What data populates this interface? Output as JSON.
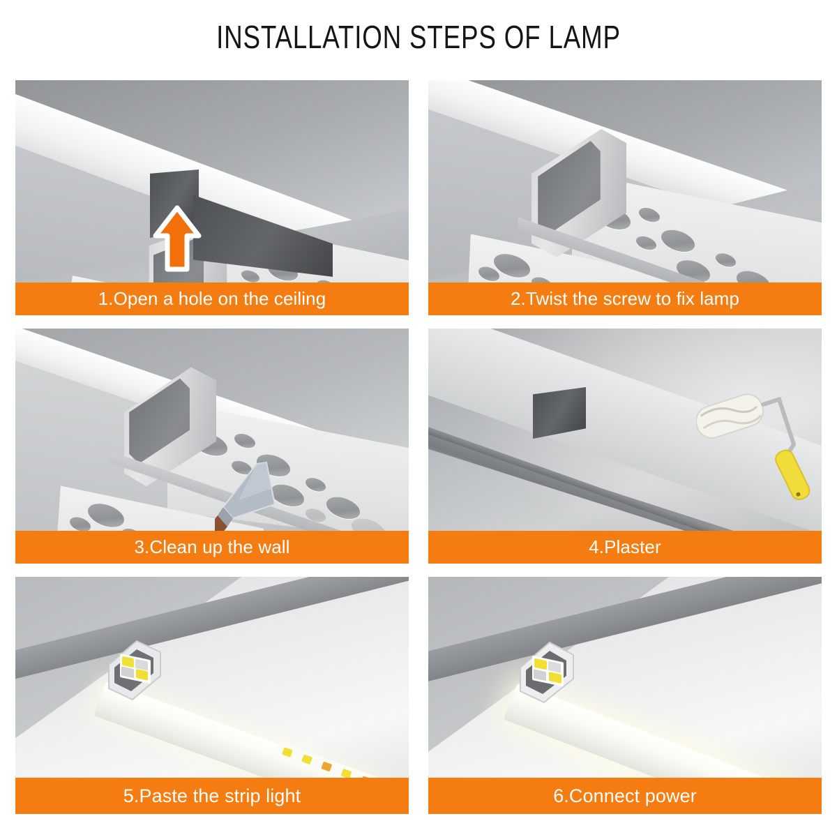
{
  "header": {
    "title": "INSTALLATION STEPS OF LAMP"
  },
  "colors": {
    "caption_bg": "#f57c10",
    "caption_text": "#ffffff",
    "arrow": "#f2700a",
    "arrow_outline": "#ffffff",
    "title_text": "#151515",
    "page_bg": "#ffffff",
    "knife_handle": "#8a4a22",
    "knife_blade": "#aab4bf",
    "roller_handle": "#f2dc3c",
    "led_chip": "#f2df34"
  },
  "steps": [
    {
      "index": "1",
      "caption": "1.Open a hole on the ceiling",
      "scene": "recessed-aluminum-channel-with-lift-arrow",
      "annotation_icon": "up-arrow-icon"
    },
    {
      "index": "2",
      "caption": "2.Twist the screw to fix lamp",
      "scene": "aluminum-channel-with-perforated-mounting-wings",
      "annotation_icon": "none"
    },
    {
      "index": "3",
      "caption": "3.Clean up the wall",
      "scene": "channel-with-putty-knife",
      "annotation_icon": "putty-knife-icon"
    },
    {
      "index": "4",
      "caption": "4.Plaster",
      "scene": "plastered-channel-with-paint-roller",
      "annotation_icon": "paint-roller-icon"
    },
    {
      "index": "5",
      "caption": "5.Paste the strip light",
      "scene": "installed-profile-with-led-strip-inserted",
      "annotation_icon": "led-strip-icon"
    },
    {
      "index": "6",
      "caption": "6.Connect power",
      "scene": "finished-illuminated-linear-light",
      "annotation_icon": "led-strip-icon"
    }
  ]
}
